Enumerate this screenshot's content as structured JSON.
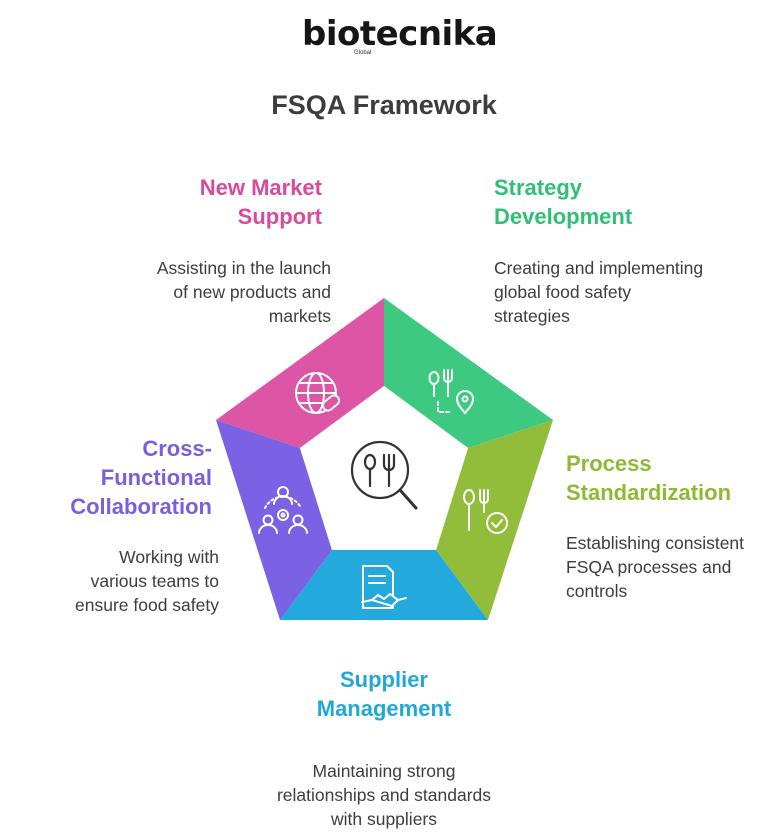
{
  "logo": {
    "text": "biotecnika",
    "sub": "Global"
  },
  "title": "FSQA Framework",
  "sections": [
    {
      "id": "new-market",
      "heading_lines": [
        "New Market",
        "Support"
      ],
      "description_lines": [
        "Assisting in the launch",
        "of new products and",
        "markets"
      ],
      "color": "#dd55a5",
      "icon": "globe-icon"
    },
    {
      "id": "strategy",
      "heading_lines": [
        "Strategy",
        "Development"
      ],
      "description_lines": [
        "Creating and implementing",
        "global food safety",
        "strategies"
      ],
      "color": "#3ec980",
      "icon": "utensils-location-icon"
    },
    {
      "id": "process",
      "heading_lines": [
        "Process",
        "Standardization"
      ],
      "description_lines": [
        "Establishing consistent",
        "FSQA processes and",
        "controls"
      ],
      "color": "#92bd3a",
      "icon": "utensils-check-icon"
    },
    {
      "id": "supplier",
      "heading_lines": [
        "Supplier",
        "Management"
      ],
      "description_lines": [
        "Maintaining strong",
        "relationships and standards",
        "with suppliers"
      ],
      "color": "#23a9dc",
      "icon": "contract-handshake-icon"
    },
    {
      "id": "cross",
      "heading_lines": [
        "Cross-",
        "Functional",
        "Collaboration"
      ],
      "description_lines": [
        "Working with",
        "various teams to",
        "ensure food safety"
      ],
      "color": "#7b61e4",
      "icon": "team-gear-icon"
    }
  ],
  "center_icon": "food-inspection-icon"
}
